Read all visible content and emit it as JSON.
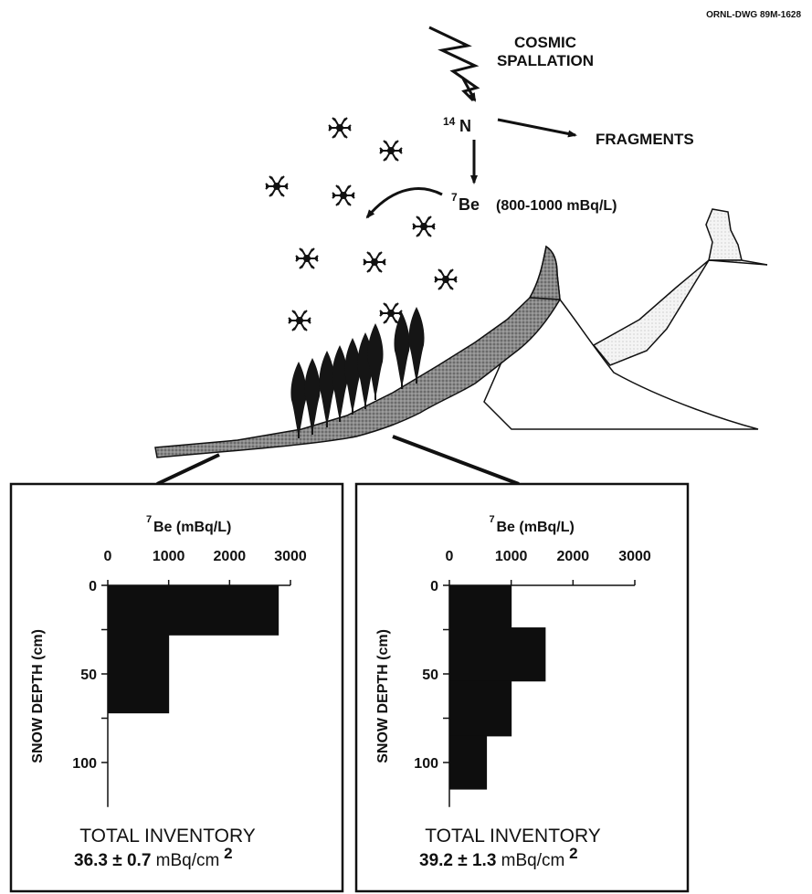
{
  "drawing_id": "ORNL-DWG 89M-1628",
  "source_labels": {
    "cosmic": "COSMIC",
    "spallation": "SPALLATION",
    "nitrogen_mass": "14",
    "nitrogen_symbol": "N",
    "fragments": "FRAGMENTS",
    "be_mass": "7",
    "be_symbol": "Be",
    "be_concentration": "(800-1000 mBq/L)"
  },
  "icons": {
    "snowflake": "snowflake-icon",
    "lightning": "cosmic-ray-icon",
    "tree": "conifer-tree-icon"
  },
  "chart_data": [
    {
      "type": "bar",
      "orientation": "horizontal-depth-profile",
      "top_label_mass": "7",
      "top_label": "Be (mBq/L)",
      "ylabel": "SNOW DEPTH (cm)",
      "x_ticks": [
        "0",
        "1000",
        "2000",
        "3000"
      ],
      "xlim": [
        0,
        3000
      ],
      "y_ticks": [
        "0",
        "50",
        "100"
      ],
      "ylim": [
        0,
        120
      ],
      "bins": [
        {
          "depth_from": 0,
          "depth_to": 28,
          "value": 2800
        },
        {
          "depth_from": 28,
          "depth_to": 72,
          "value": 1000
        }
      ],
      "total_label": "TOTAL INVENTORY",
      "total_value": "36.3",
      "pm": "±",
      "total_error": "0.7",
      "total_unit": "mBq/cm",
      "total_unit_exp": "2"
    },
    {
      "type": "bar",
      "orientation": "horizontal-depth-profile",
      "top_label_mass": "7",
      "top_label": "Be (mBq/L)",
      "ylabel": "SNOW DEPTH (cm)",
      "x_ticks": [
        "0",
        "1000",
        "2000",
        "3000"
      ],
      "xlim": [
        0,
        3000
      ],
      "y_ticks": [
        "0",
        "50",
        "100"
      ],
      "ylim": [
        0,
        120
      ],
      "bins": [
        {
          "depth_from": 0,
          "depth_to": 24,
          "value": 1000
        },
        {
          "depth_from": 24,
          "depth_to": 54,
          "value": 1550
        },
        {
          "depth_from": 54,
          "depth_to": 85,
          "value": 1000
        },
        {
          "depth_from": 85,
          "depth_to": 115,
          "value": 600
        }
      ],
      "total_label": "TOTAL INVENTORY",
      "total_value": "39.2",
      "pm": "±",
      "total_error": "1.3",
      "total_unit": "mBq/cm",
      "total_unit_exp": "2"
    }
  ]
}
